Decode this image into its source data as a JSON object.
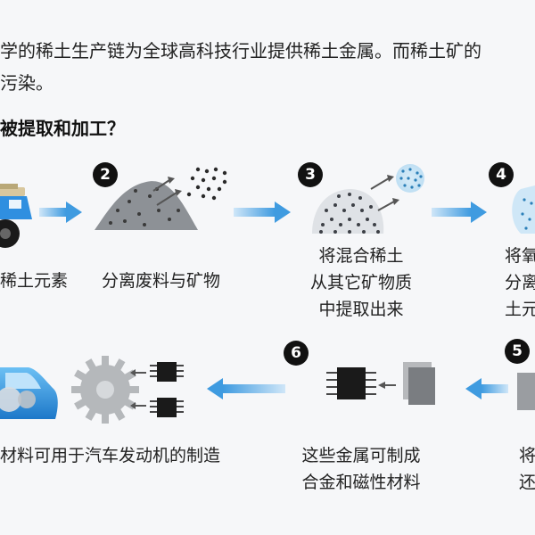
{
  "intro": {
    "line1": "学的稀土生产链为全球高科技行业提供稀土金属。而稀土矿的",
    "line2": "污染。"
  },
  "question": "被提取和加工？",
  "steps": [
    {
      "badge": "2",
      "caption_lines": [
        "分离废料与矿物"
      ]
    },
    {
      "badge": "3",
      "caption_lines": [
        "将混合稀土",
        "从其它矿物质",
        "中提取出来"
      ]
    },
    {
      "badge": "4",
      "caption_lines": [
        "将氧",
        "分离",
        "土元"
      ]
    },
    {
      "badge": "5",
      "caption_lines": [
        "将",
        "还"
      ]
    },
    {
      "badge": "6",
      "caption_lines": [
        "这些金属可制成",
        "合金和磁性材料"
      ]
    }
  ],
  "captions_partial": {
    "step1": "稀土元素",
    "step7": "材料可用于汽车发动机的制造"
  },
  "colors": {
    "arrow_blue": "#3f9be0",
    "car_blue": "#2f8fe0",
    "rock_gray": "#8d9196",
    "chip_black": "#1a1a1a",
    "gear_gray": "#b5b8bb"
  }
}
